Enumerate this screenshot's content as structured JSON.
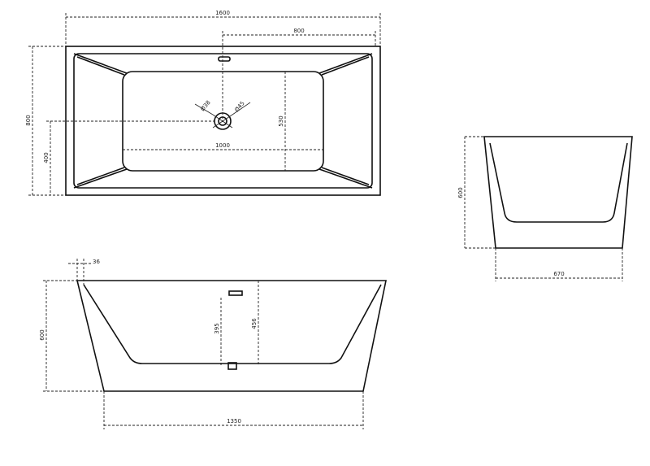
{
  "drawing": {
    "top_view": {
      "overall_length": "1600",
      "half_length": "800",
      "overall_width": "800",
      "half_width": "400",
      "inner_length": "1000",
      "inner_width": "530",
      "drain_dia_a": "Ø38",
      "drain_dia_b": "Ø45"
    },
    "side_view": {
      "height": "600",
      "wall_offset": "36",
      "drain_height": "395",
      "overflow_height": "456",
      "base_length": "1350"
    },
    "end_view": {
      "height": "600",
      "base_width": "670"
    }
  }
}
